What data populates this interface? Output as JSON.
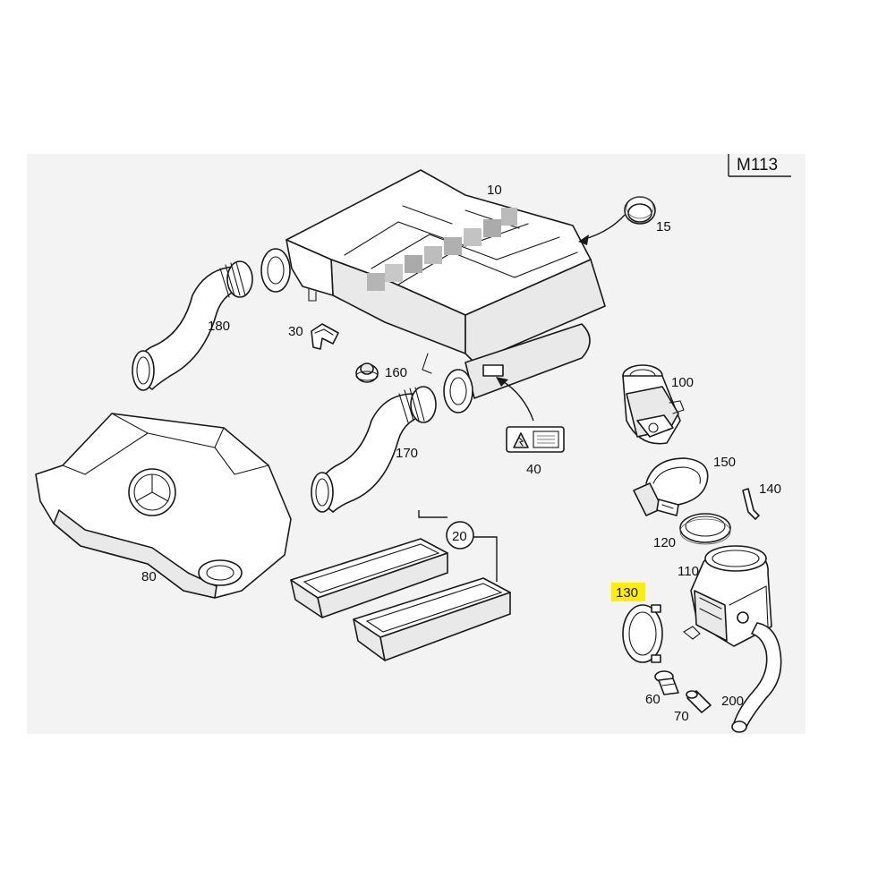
{
  "model_code": "M113",
  "callouts": [
    {
      "id": "10",
      "label": "10"
    },
    {
      "id": "15",
      "label": "15"
    },
    {
      "id": "180",
      "label": "180"
    },
    {
      "id": "30",
      "label": "30"
    },
    {
      "id": "160",
      "label": "160"
    },
    {
      "id": "170",
      "label": "170"
    },
    {
      "id": "40",
      "label": "40"
    },
    {
      "id": "100",
      "label": "100"
    },
    {
      "id": "150",
      "label": "150"
    },
    {
      "id": "140",
      "label": "140"
    },
    {
      "id": "120",
      "label": "120"
    },
    {
      "id": "110",
      "label": "110"
    },
    {
      "id": "130",
      "label": "130",
      "highlighted": true
    },
    {
      "id": "60",
      "label": "60"
    },
    {
      "id": "70",
      "label": "70"
    },
    {
      "id": "200",
      "label": "200"
    },
    {
      "id": "80",
      "label": "80"
    },
    {
      "id": "20",
      "label": "20"
    }
  ],
  "colors": {
    "highlight": "#ffee00",
    "line": "#1a1a1a",
    "background_panel": "#f3f3f3",
    "blur_block": "#b5b5b5"
  }
}
